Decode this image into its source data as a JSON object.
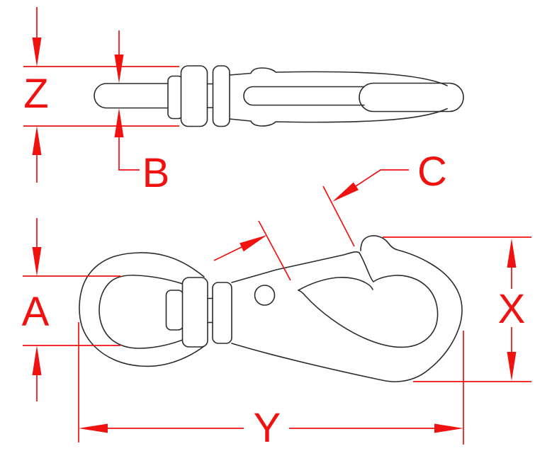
{
  "drawing": {
    "kind": "technical-dimension-drawing",
    "views": {
      "top_view": "snap-hook-side-profile",
      "front_view": "swivel-eye-snap-hook-profile"
    },
    "dimension_labels": {
      "z": "Z",
      "b": "B",
      "c": "C",
      "a": "A",
      "x": "X",
      "y": "Y"
    },
    "colors": {
      "dimension": "#f01210",
      "outline": "#2b2b2b",
      "background": "#ffffff"
    }
  }
}
